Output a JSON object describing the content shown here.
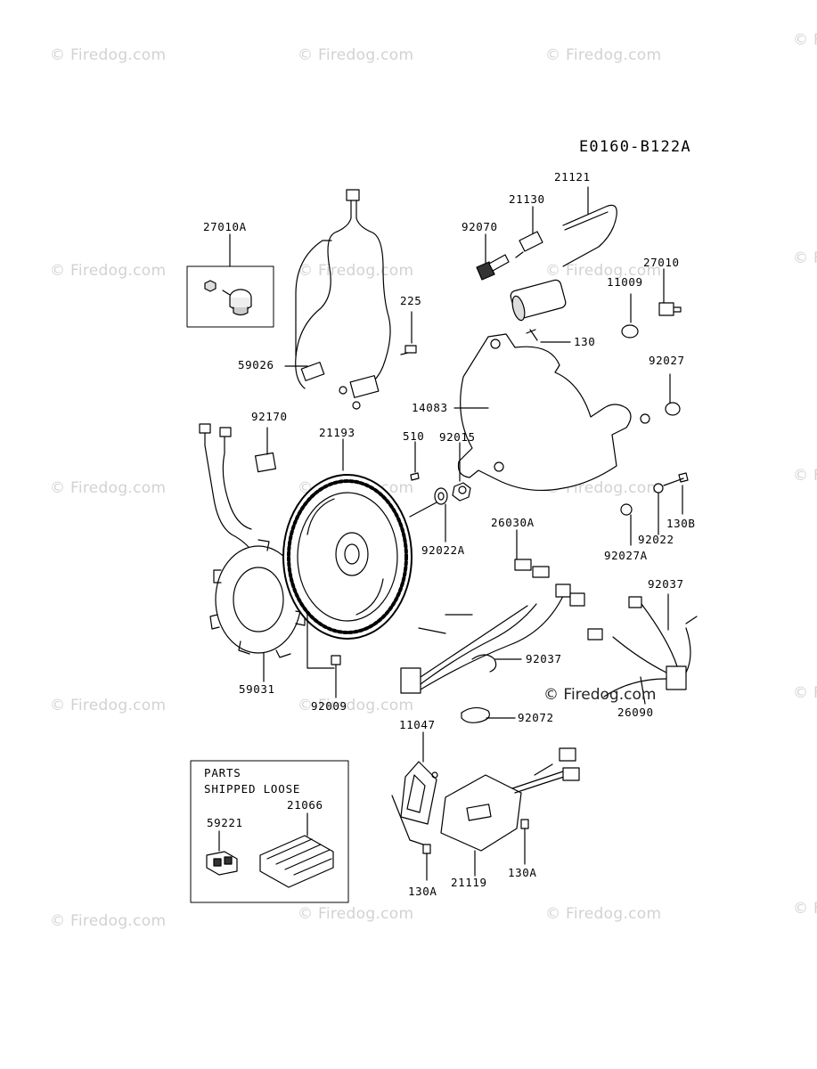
{
  "diagram_code": "E0160-B122A",
  "watermark": "© Firedog.com",
  "watermark_center": "© Firedog.com",
  "parts_box": {
    "line1": "PARTS",
    "line2": "SHIPPED LOOSE"
  },
  "labels": {
    "p21121": "21121",
    "p21130": "21130",
    "p92070": "92070",
    "p27010A": "27010A",
    "p27010": "27010",
    "p11009": "11009",
    "p225": "225",
    "p130": "130",
    "p59026": "59026",
    "p92027": "92027",
    "p14083": "14083",
    "p92170": "92170",
    "p21193": "21193",
    "p510": "510",
    "p92015": "92015",
    "p130B": "130B",
    "p92022": "92022",
    "p26030A": "26030A",
    "p92022A": "92022A",
    "p92027A": "92027A",
    "p92037a": "92037",
    "p92037b": "92037",
    "p59031": "59031",
    "p92009": "92009",
    "p26090": "26090",
    "p11047": "11047",
    "p92072": "92072",
    "p59221": "59221",
    "p21066": "21066",
    "p130A_left": "130A",
    "p21119": "21119",
    "p130A_right": "130A"
  }
}
